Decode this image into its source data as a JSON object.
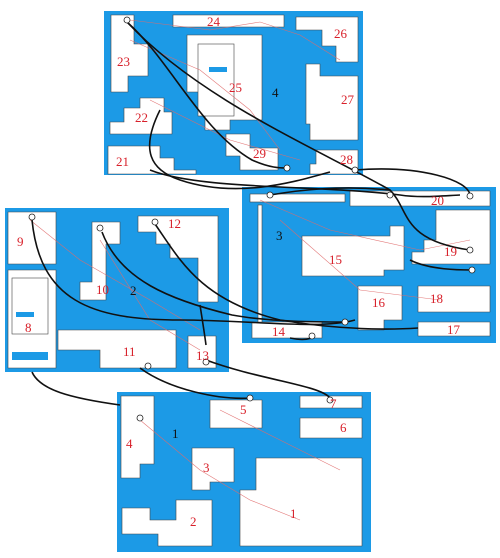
{
  "diagram": {
    "buildings": [
      {
        "id": "b4",
        "label": "4"
      },
      {
        "id": "b3",
        "label": "3"
      },
      {
        "id": "b2",
        "label": "2"
      },
      {
        "id": "b1",
        "label": "1"
      }
    ],
    "rooms": [
      {
        "id": "r24",
        "label": "24"
      },
      {
        "id": "r26",
        "label": "26"
      },
      {
        "id": "r23",
        "label": "23"
      },
      {
        "id": "r25",
        "label": "25"
      },
      {
        "id": "r27",
        "label": "27"
      },
      {
        "id": "r22",
        "label": "22"
      },
      {
        "id": "r21",
        "label": "21"
      },
      {
        "id": "r29",
        "label": "29"
      },
      {
        "id": "r28",
        "label": "28"
      },
      {
        "id": "r20",
        "label": "20"
      },
      {
        "id": "r15",
        "label": "15"
      },
      {
        "id": "r19",
        "label": "19"
      },
      {
        "id": "r16",
        "label": "16"
      },
      {
        "id": "r18",
        "label": "18"
      },
      {
        "id": "r14",
        "label": "14"
      },
      {
        "id": "r17",
        "label": "17"
      },
      {
        "id": "r9",
        "label": "9"
      },
      {
        "id": "r12",
        "label": "12"
      },
      {
        "id": "r10",
        "label": "10"
      },
      {
        "id": "r8",
        "label": "8"
      },
      {
        "id": "r11",
        "label": "11"
      },
      {
        "id": "r13",
        "label": "13"
      },
      {
        "id": "r4",
        "label": "4"
      },
      {
        "id": "r5",
        "label": "5"
      },
      {
        "id": "r7",
        "label": "7"
      },
      {
        "id": "r6",
        "label": "6"
      },
      {
        "id": "r3",
        "label": "3"
      },
      {
        "id": "r1",
        "label": "1"
      },
      {
        "id": "r2",
        "label": "2"
      }
    ],
    "colors": {
      "building_fill": "#1c9ae6",
      "room_fill": "#ffffff",
      "room_label": "#d8202a",
      "connector": "#111111",
      "wiring": "#e06a6a"
    }
  }
}
